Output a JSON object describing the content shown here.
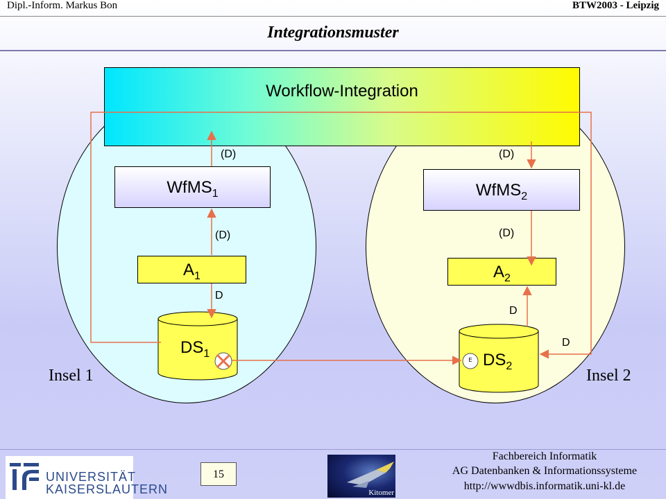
{
  "header": {
    "author": "Dipl.-Inform. Markus Bon",
    "event": "BTW2003 - Leipzig",
    "title": "Integrationsmuster"
  },
  "diagram": {
    "workflow_integration": "Workflow-Integration",
    "wfms1": {
      "base": "WfMS",
      "sub": "1"
    },
    "wfms2": {
      "base": "WfMS",
      "sub": "2"
    },
    "a1": {
      "base": "A",
      "sub": "1"
    },
    "a2": {
      "base": "A",
      "sub": "2"
    },
    "ds1": {
      "base": "DS",
      "sub": "1"
    },
    "ds2": {
      "base": "DS",
      "sub": "2"
    },
    "event_marker": "E",
    "labels": {
      "d_paren_top_left": "(D)",
      "d_paren_top_right": "(D)",
      "d_paren_mid_left": "(D)",
      "d_paren_mid_right": "(D)",
      "d_left": "D",
      "d_right_upper": "D",
      "d_right_lower": "D"
    },
    "insel1": "Insel 1",
    "insel2": "Insel 2",
    "colors": {
      "arrow": "#e8704a",
      "gradient_left": "#00e6ff",
      "gradient_right": "#fffb00",
      "cylinder": "#ffff55"
    }
  },
  "footer": {
    "page_number": "15",
    "logo_line1": "UNIVERSITÄT",
    "logo_line2": "KAISERSLAUTERN",
    "kitomer": "Kitomer",
    "department": "Fachbereich Informatik",
    "group": "AG Datenbanken & Informationssysteme",
    "url": "http://wwwdbis.informatik.uni-kl.de"
  }
}
